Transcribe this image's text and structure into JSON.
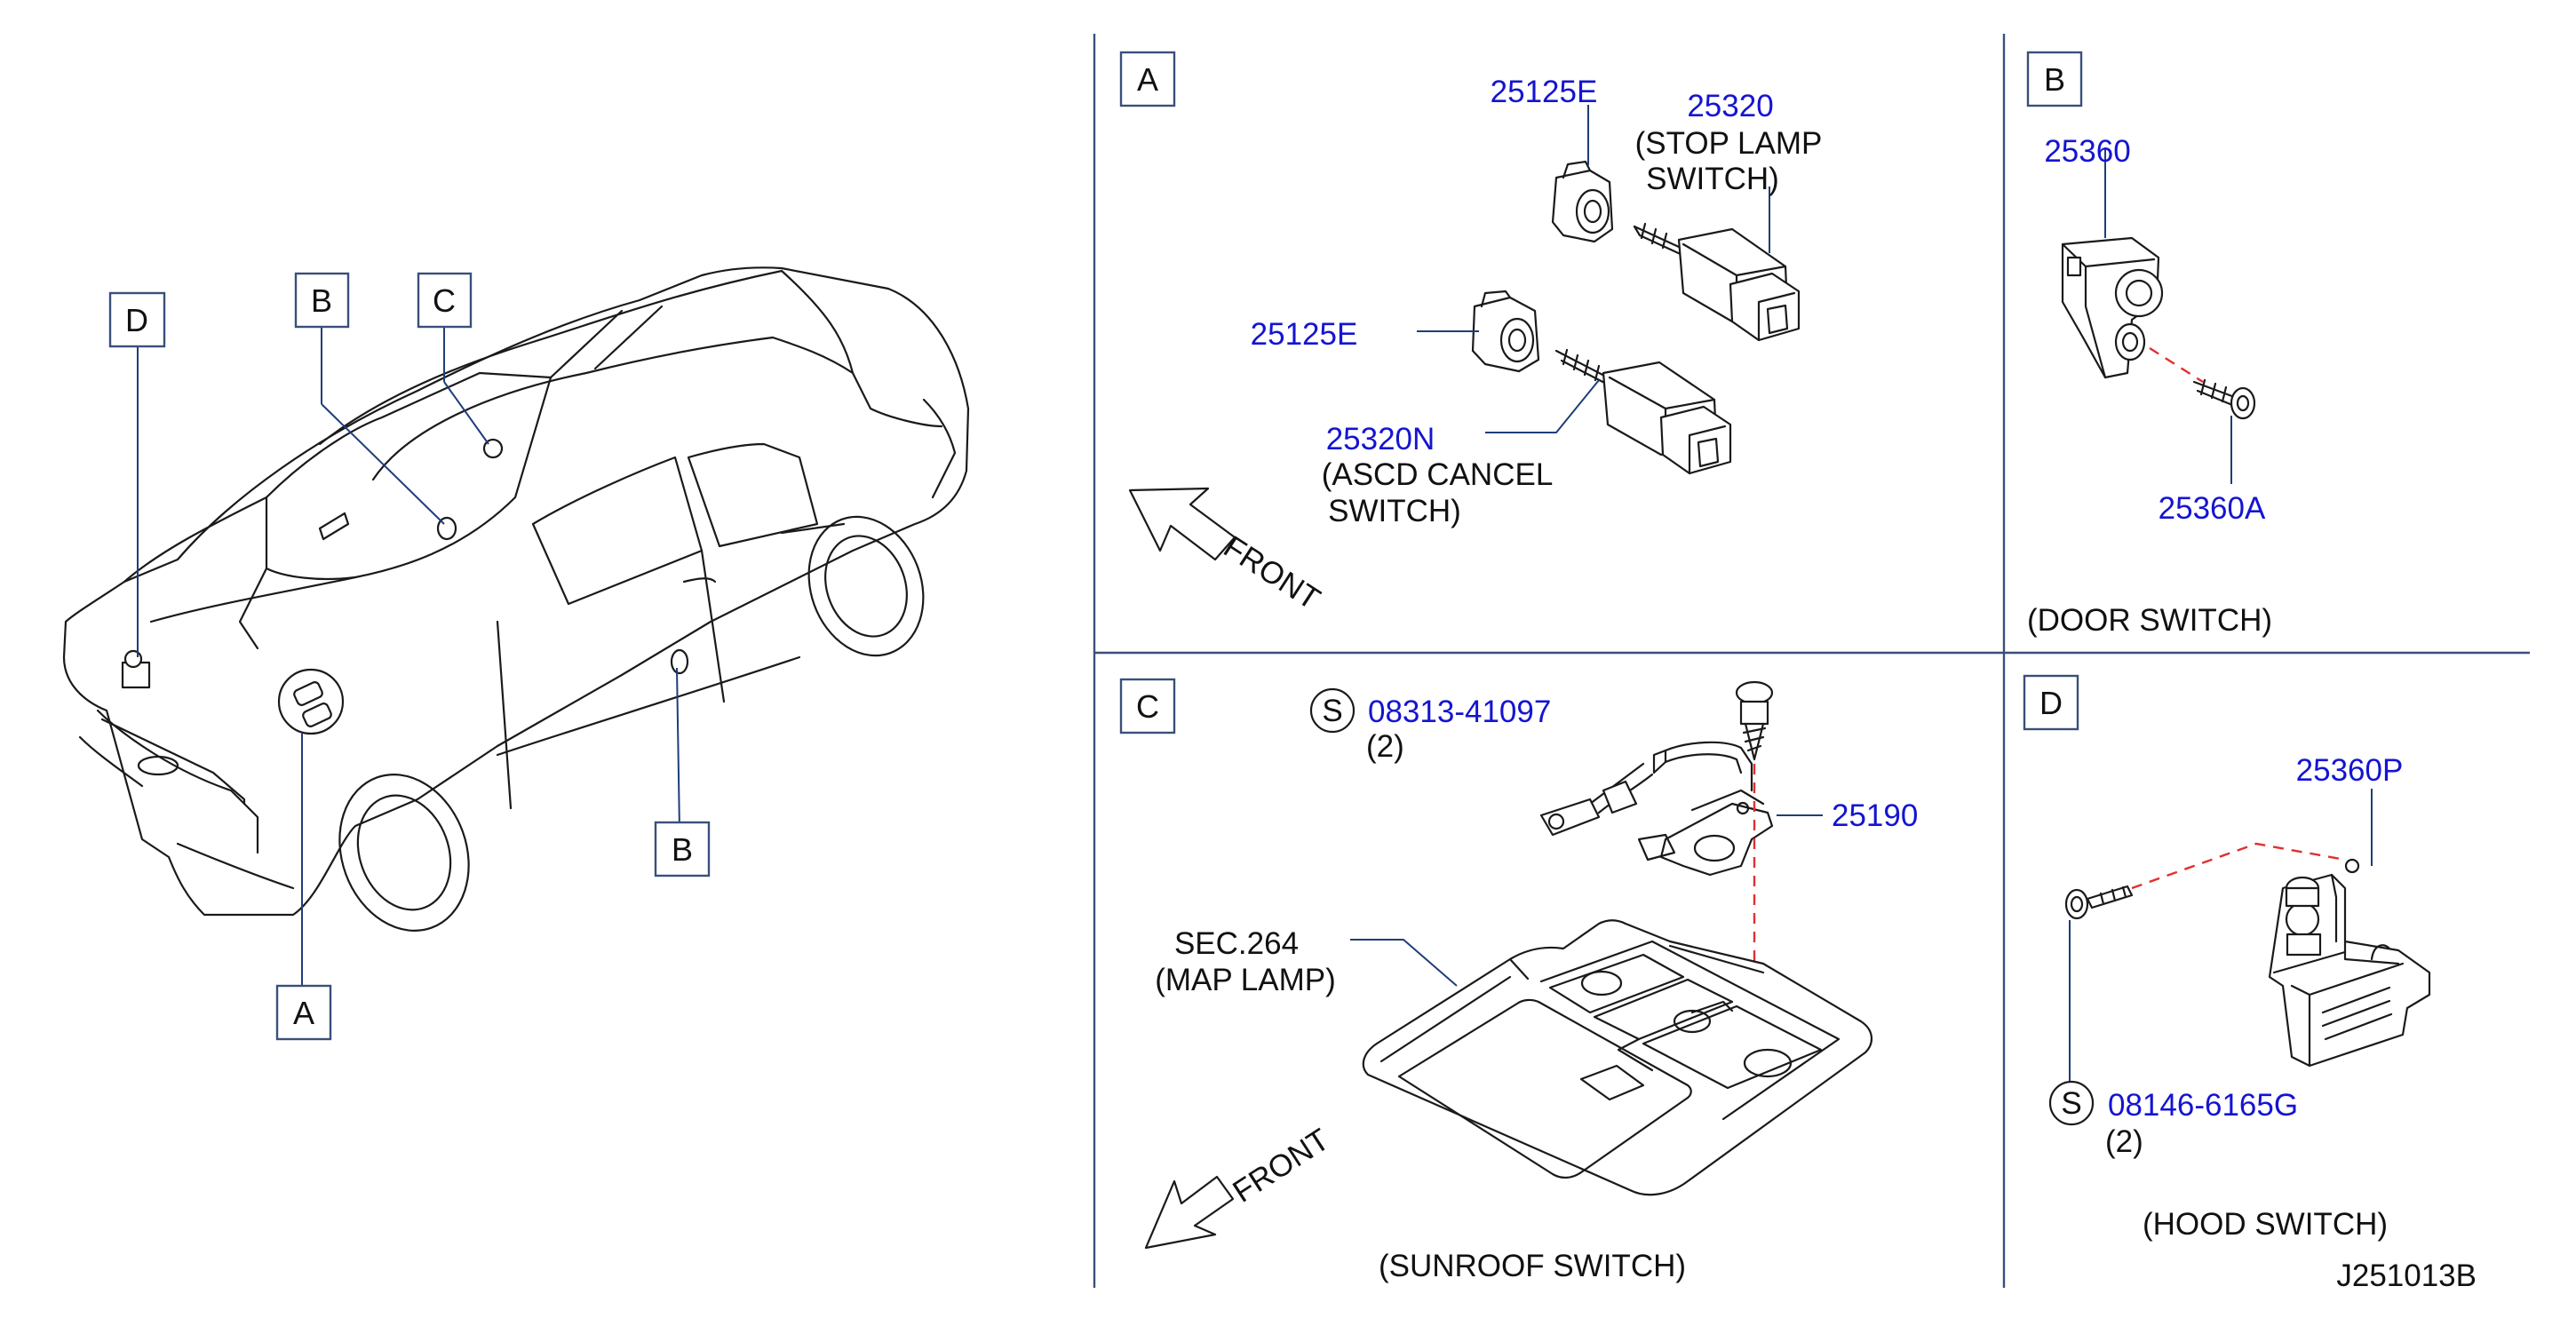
{
  "callouts": {
    "car_A": "A",
    "car_B1": "B",
    "car_B2": "B",
    "car_C": "C",
    "car_D": "D",
    "panel_A": "A",
    "panel_B": "B",
    "panel_C": "C",
    "panel_D": "D"
  },
  "panel_a": {
    "part_25125e_top": "25125E",
    "part_25320": "25320",
    "stop_lamp_line1": "(STOP   LAMP",
    "stop_lamp_line2": "SWITCH)",
    "part_25125e_left": "25125E",
    "part_25320n": "25320N",
    "ascd_line1": "(ASCD   CANCEL",
    "ascd_line2": "SWITCH)",
    "front": "FRONT"
  },
  "panel_b": {
    "part_25360": "25360",
    "part_25360a": "25360A",
    "title": "(DOOR   SWITCH)"
  },
  "panel_c": {
    "std_symbol": "S",
    "part_08313": "08313-41097",
    "qty": "(2)",
    "part_25190": "25190",
    "sec_line1": "SEC.264",
    "sec_line2": "(MAP   LAMP)",
    "front": "FRONT",
    "title": "(SUNROOF   SWITCH)"
  },
  "panel_d": {
    "part_25360p": "25360P",
    "std_symbol": "S",
    "part_08146": "08146-6165G",
    "qty": "(2)",
    "title": "(HOOD   SWITCH)"
  },
  "drawing_code": "J251013B",
  "colors": {
    "part_number": "#1414d2",
    "leader": "#1f3d7a",
    "dashed_line": "#e03030"
  }
}
